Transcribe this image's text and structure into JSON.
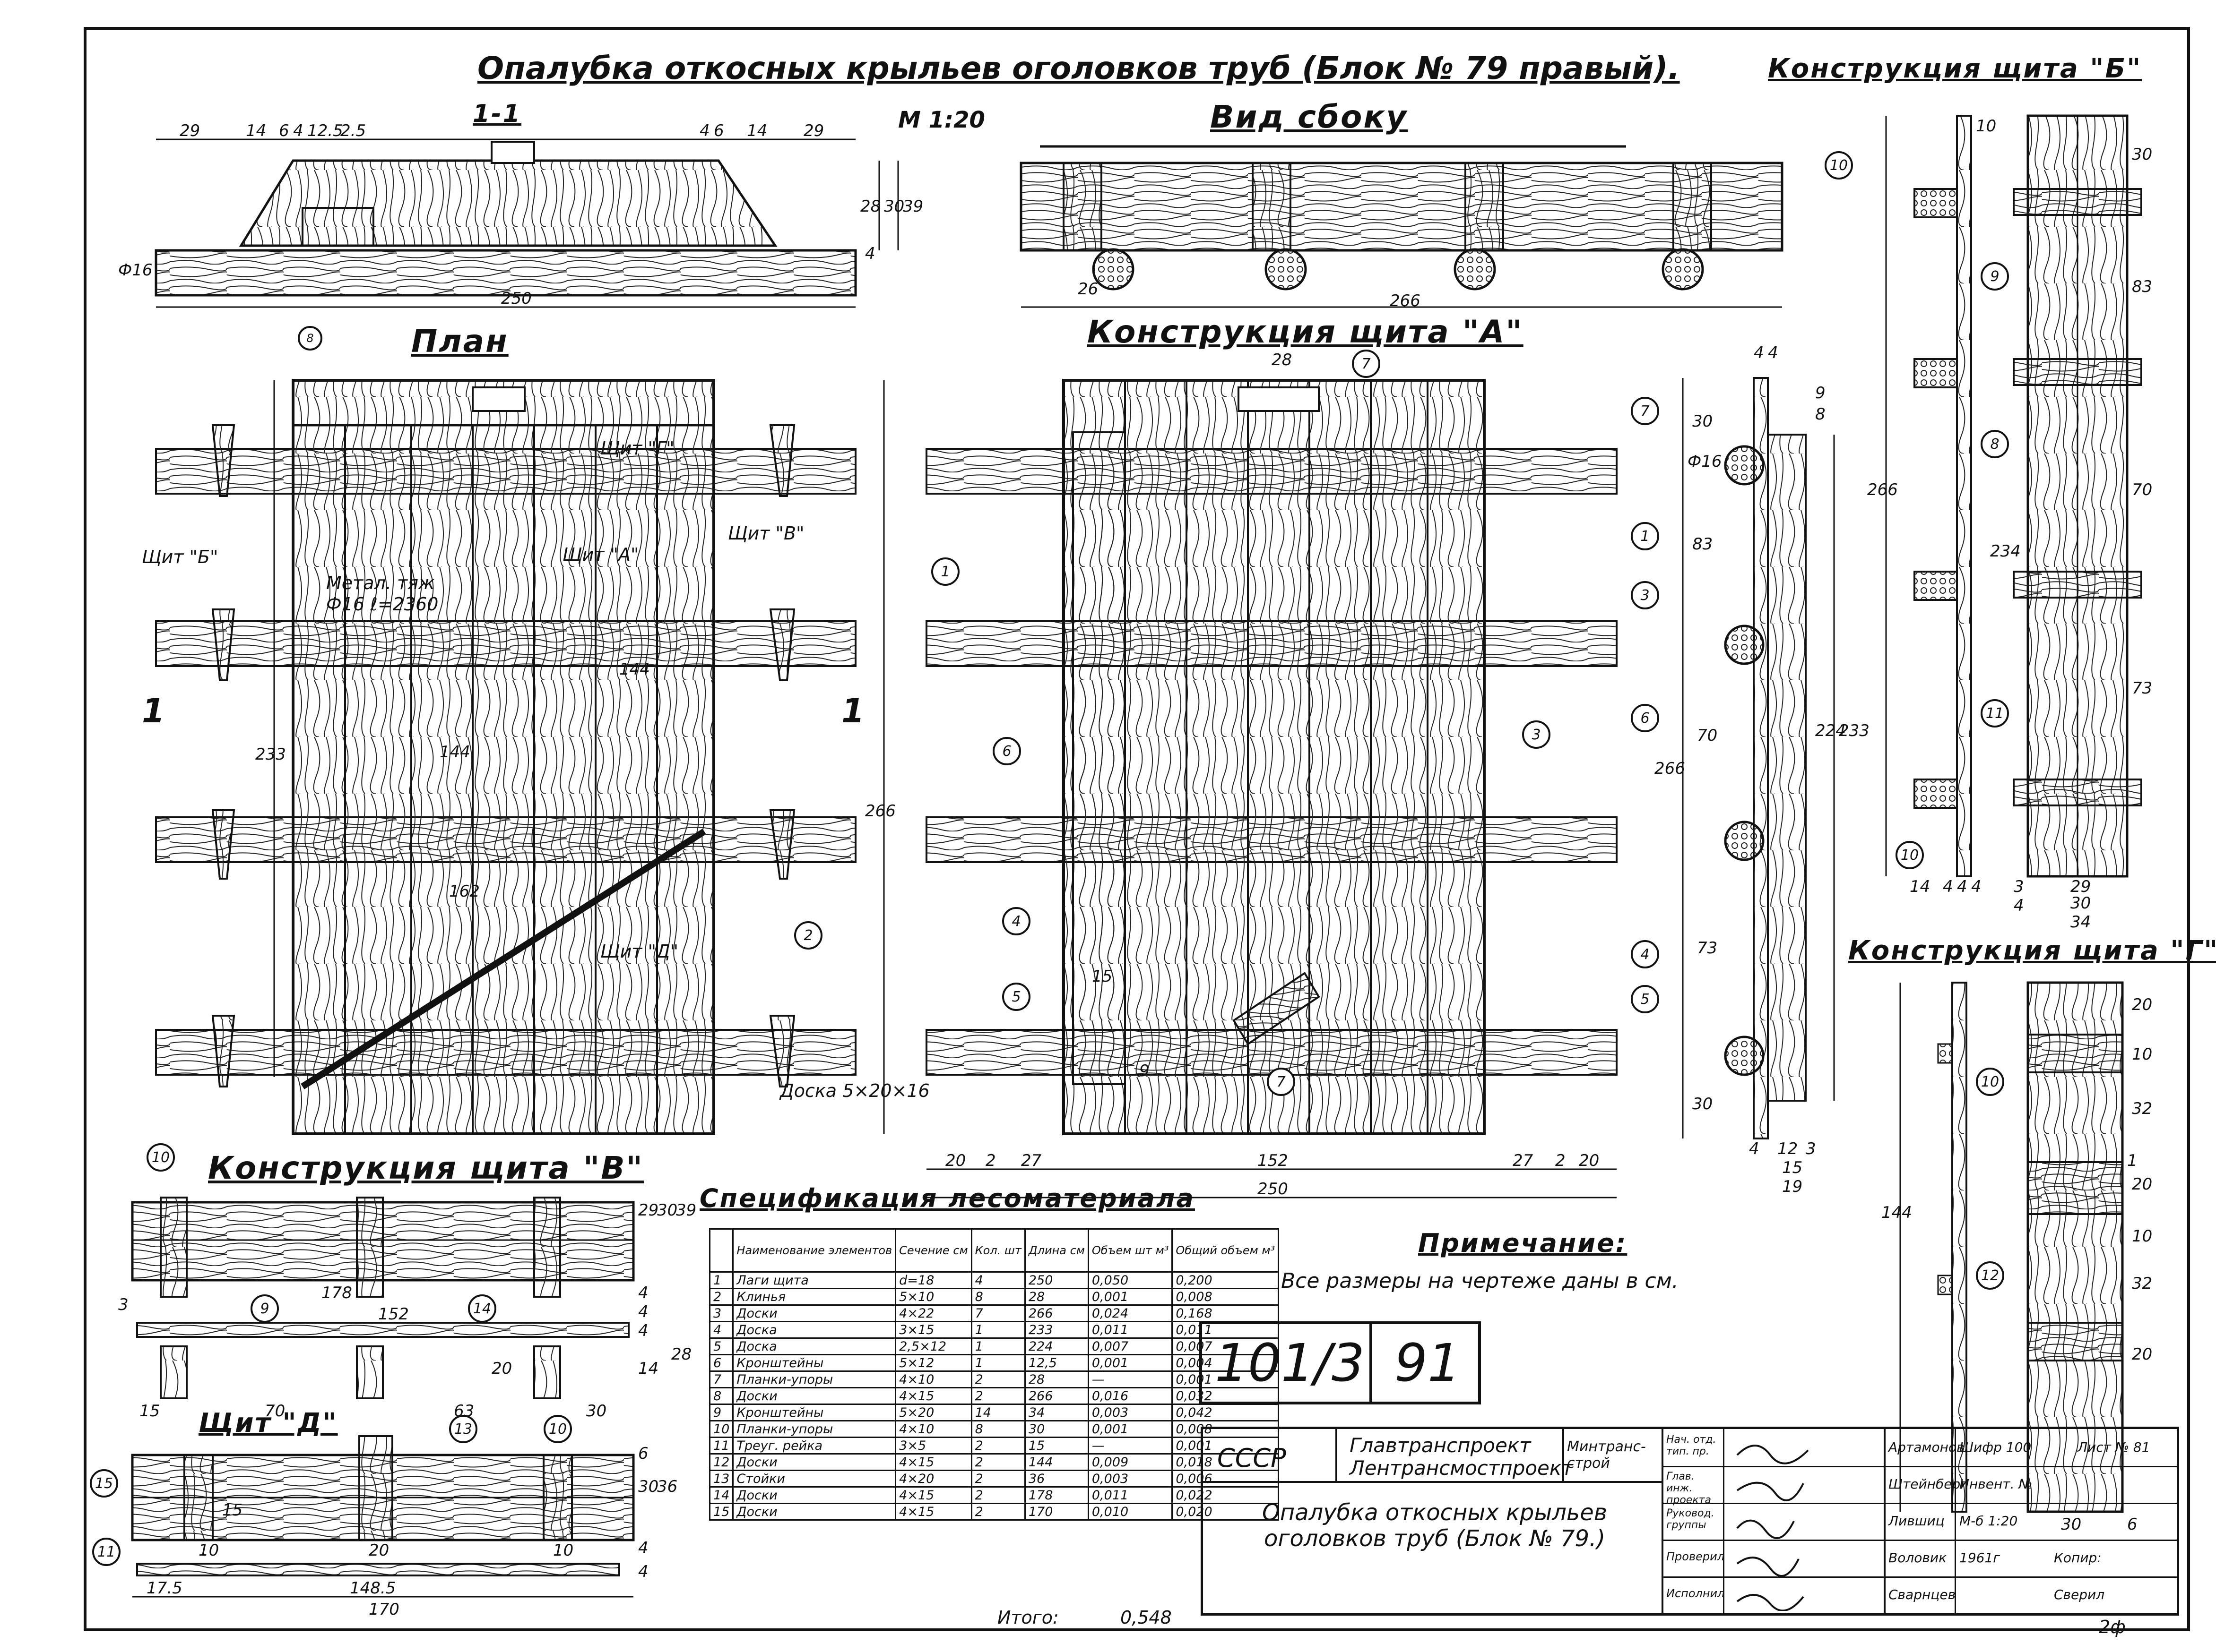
{
  "title": "Опалубка откосных крыльев оголовков труб (Блок № 79 правый).",
  "scale": "М 1:20",
  "views": {
    "section": "1-1",
    "side": "Вид сбоку",
    "plan": "План",
    "shield_a": "Конструкция щита \"А\"",
    "shield_b": "Конструкция щита \"Б\"",
    "shield_v": "Конструкция щита \"В\"",
    "shield_g": "Конструкция щита \"Г\"",
    "shield_d": "Щит \"Д\""
  },
  "plan_labels": {
    "shield_g": "Щит \"Г\"",
    "shield_a": "Щит \"А\"",
    "shield_b": "Щит \"Б\"",
    "shield_v": "Щит \"В\"",
    "shield_d": "Щит \"Д\"",
    "metal": "Метал. тяж",
    "metal_spec": "Ф16  ℓ=2360",
    "board": "Доска 5×20×16",
    "section_mark": "1"
  },
  "dims": {
    "section": [
      "29",
      "14",
      "6",
      "4",
      "12.5",
      "2.5",
      "4",
      "6",
      "14",
      "29",
      "250",
      "39",
      "30",
      "28",
      "4",
      "Ф16"
    ],
    "side": [
      "266",
      "26"
    ],
    "plan": [
      "233",
      "266",
      "144",
      "144",
      "162"
    ],
    "shield_a": [
      "28",
      "20",
      "2",
      "27",
      "152",
      "27",
      "2",
      "20",
      "250",
      "15",
      "9"
    ],
    "shield_a_side": [
      "4",
      "4",
      "9",
      "8",
      "30",
      "Ф16",
      "83",
      "266",
      "70",
      "73",
      "224",
      "233",
      "30",
      "4",
      "12",
      "3",
      "15",
      "19"
    ],
    "shield_b": [
      "10",
      "30",
      "83",
      "70",
      "266",
      "234",
      "73",
      "14",
      "4",
      "4",
      "4",
      "29",
      "30",
      "34",
      "3",
      "4"
    ],
    "shield_v": [
      "178",
      "152",
      "15",
      "70",
      "63",
      "30",
      "20",
      "3",
      "29",
      "30",
      "39",
      "4",
      "14",
      "28",
      "4",
      "4"
    ],
    "shield_d": [
      "15",
      "10",
      "20",
      "10",
      "17.5",
      "148.5",
      "170",
      "36",
      "30",
      "6",
      "4",
      "4"
    ],
    "shield_g": [
      "20",
      "10",
      "32",
      "20",
      "10",
      "32",
      "20",
      "144",
      "30",
      "6",
      "1"
    ]
  },
  "spec": {
    "title": "Спецификация лесоматериала",
    "headers": [
      "Наименование элементов",
      "Сечение см",
      "Кол. шт",
      "Длина см",
      "Объем шт м³",
      "Общий объем м³"
    ],
    "rows": [
      [
        "1",
        "Лаги щита",
        "d=18",
        "4",
        "250",
        "0,050",
        "0,200"
      ],
      [
        "2",
        "Клинья",
        "5×10",
        "8",
        "28",
        "0,001",
        "0,008"
      ],
      [
        "3",
        "Доски",
        "4×22",
        "7",
        "266",
        "0,024",
        "0,168"
      ],
      [
        "4",
        "Доска",
        "3×15",
        "1",
        "233",
        "0,011",
        "0,011"
      ],
      [
        "5",
        "Доска",
        "2,5×12",
        "1",
        "224",
        "0,007",
        "0,007"
      ],
      [
        "6",
        "Кронштейны",
        "5×12",
        "1",
        "12,5",
        "0,001",
        "0,004"
      ],
      [
        "7",
        "Планки-упоры",
        "4×10",
        "2",
        "28",
        "—",
        "0,001"
      ],
      [
        "8",
        "Доски",
        "4×15",
        "2",
        "266",
        "0,016",
        "0,032"
      ],
      [
        "9",
        "Кронштейны",
        "5×20",
        "14",
        "34",
        "0,003",
        "0,042"
      ],
      [
        "10",
        "Планки-упоры",
        "4×10",
        "8",
        "30",
        "0,001",
        "0,008"
      ],
      [
        "11",
        "Треуг. рейка",
        "3×5",
        "2",
        "15",
        "—",
        "0,001"
      ],
      [
        "12",
        "Доски",
        "4×15",
        "2",
        "144",
        "0,009",
        "0,018"
      ],
      [
        "13",
        "Стойки",
        "4×20",
        "2",
        "36",
        "0,003",
        "0,006"
      ],
      [
        "14",
        "Доски",
        "4×15",
        "2",
        "178",
        "0,011",
        "0,022"
      ],
      [
        "15",
        "Доски",
        "4×15",
        "2",
        "170",
        "0,010",
        "0,020"
      ]
    ],
    "total_label": "Итого:",
    "total": "0,548"
  },
  "note": {
    "title": "Примечание:",
    "text": "Все размеры на чертеже даны в см."
  },
  "code": {
    "series": "101/3",
    "sheet": "91"
  },
  "stamp": {
    "country": "СССР",
    "org1": "Главтранспроект",
    "org2": "Лентрансмостпроект",
    "ministry": "Минтранс-строй",
    "name": "Опалубка откосных крыльев оголовков труб (Блок № 79.)",
    "roles": [
      "Нач. отд. тип. пр.",
      "Глав. инж. проекта",
      "Руковод. группы",
      "Проверил",
      "Исполнил"
    ],
    "people": [
      "Артамонов",
      "Штейнберг",
      "Лившиц",
      "Воловик",
      "Сварнцев"
    ],
    "meta": [
      "Шифр 100",
      "Лист № 81",
      "Инвент. №",
      "М-б 1:20",
      "1961г",
      "Копир:",
      "Сверил"
    ],
    "corner": "2ф"
  }
}
